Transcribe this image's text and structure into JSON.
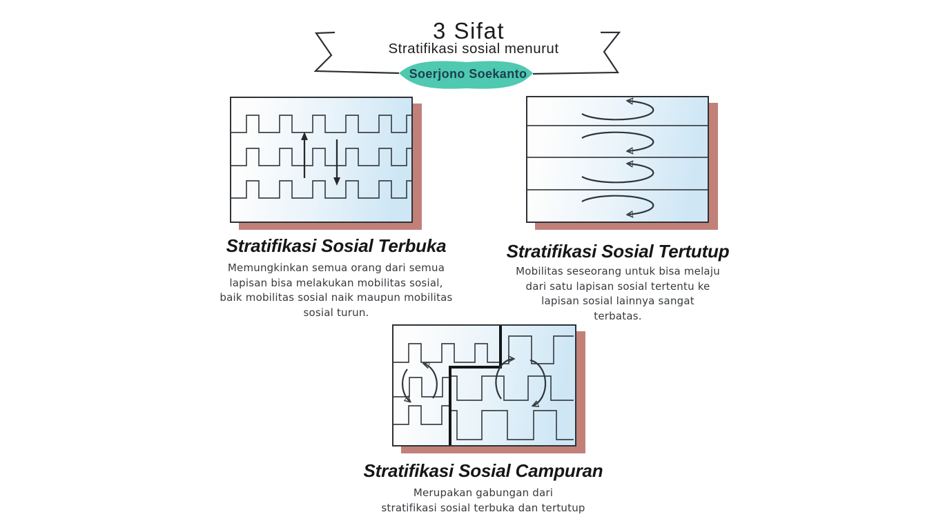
{
  "header": {
    "title": "3 Sifat",
    "subtitle": "Stratifikasi sosial menurut",
    "badge_label": "Soerjono Soekanto"
  },
  "sections": {
    "terbuka": {
      "title": "Stratifikasi Sosial Terbuka",
      "description_lines": [
        "Memungkinkan semua orang dari semua",
        "lapisan bisa melakukan mobilitas sosial,",
        "baik mobilitas sosial naik maupun mobilitas",
        "sosial turun."
      ]
    },
    "tertutup": {
      "title": "Stratifikasi Sosial Tertutup",
      "description_lines": [
        "Mobilitas seseorang untuk bisa melaju",
        "dari satu lapisan sosial tertentu ke",
        "lapisan sosial lainnya sangat",
        "terbatas."
      ]
    },
    "campuran": {
      "title": "Stratifikasi Sosial Campuran",
      "description_lines": [
        "Merupakan gabungan dari",
        "stratifikasi sosial terbuka dan tertutup"
      ]
    }
  },
  "colors": {
    "accent_teal": "#4fc9b0",
    "shadow_rose": "#c18178",
    "diagram_blue": "#cfe7f5",
    "ink": "#1c1c1c",
    "badge_text": "#1b404f"
  }
}
